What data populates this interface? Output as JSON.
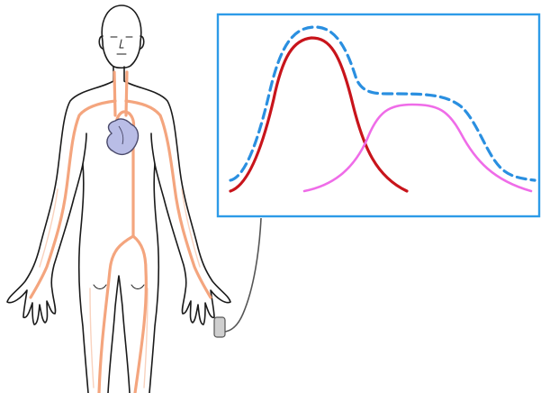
{
  "figure": {
    "colors": {
      "body_outline": "#1a1a1a",
      "artery": "#f4a57e",
      "heart_fill": "#b9bde6",
      "heart_outline": "#4a4a6a",
      "panel_border": "#2d9be8",
      "sensor_cable": "#555555",
      "sensor": "#cfcfcf"
    },
    "curves": [
      {
        "id": "first-wave",
        "color": "#c8141b",
        "style": "solid"
      },
      {
        "id": "reflected-wave",
        "color": "#ef6ce8",
        "style": "solid"
      },
      {
        "id": "composite-wave",
        "color": "#2a8fe0",
        "style": "dashed"
      }
    ]
  }
}
